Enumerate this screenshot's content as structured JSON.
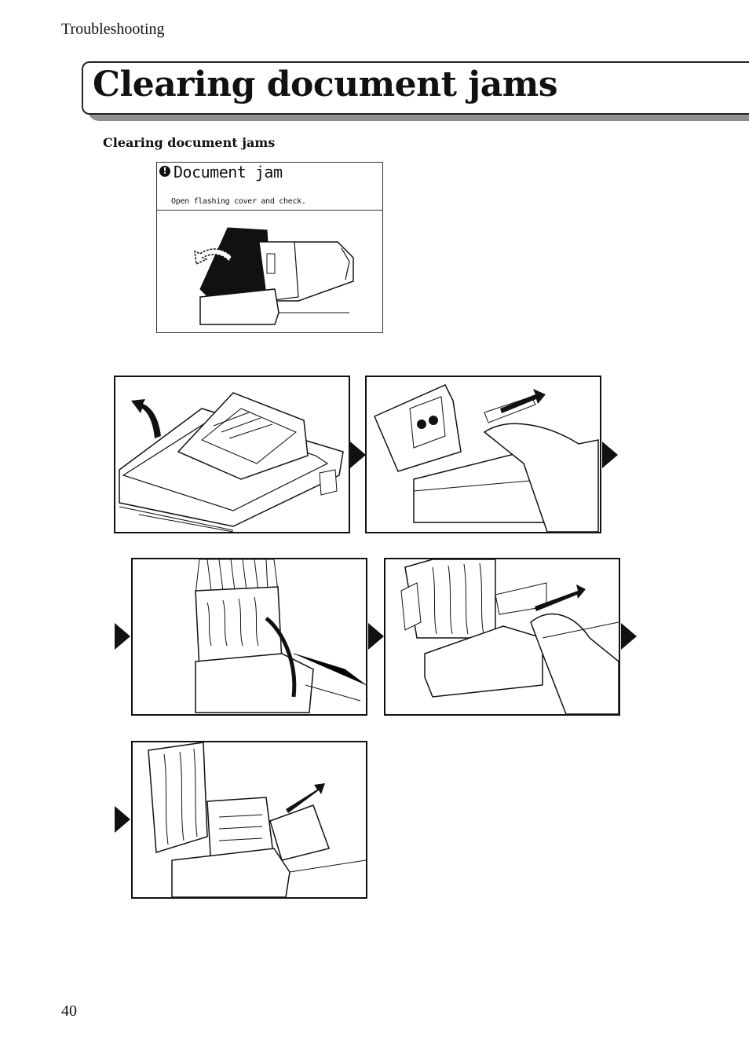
{
  "header": {
    "section": "Troubleshooting"
  },
  "title": "Clearing document jams",
  "subheading": "Clearing document jams",
  "lcd": {
    "heading": "Document jam",
    "message": "Open flashing cover and check.",
    "icon": "exclamation-icon"
  },
  "steps": [
    {
      "illustration": "open-feeder-cover"
    },
    {
      "illustration": "remove-jammed-paper-under-cover"
    },
    {
      "illustration": "lift-inner-guide"
    },
    {
      "illustration": "remove-paper-from-rollers"
    },
    {
      "illustration": "pull-out-exit-paper"
    }
  ],
  "footer": {
    "page_number": "40"
  }
}
